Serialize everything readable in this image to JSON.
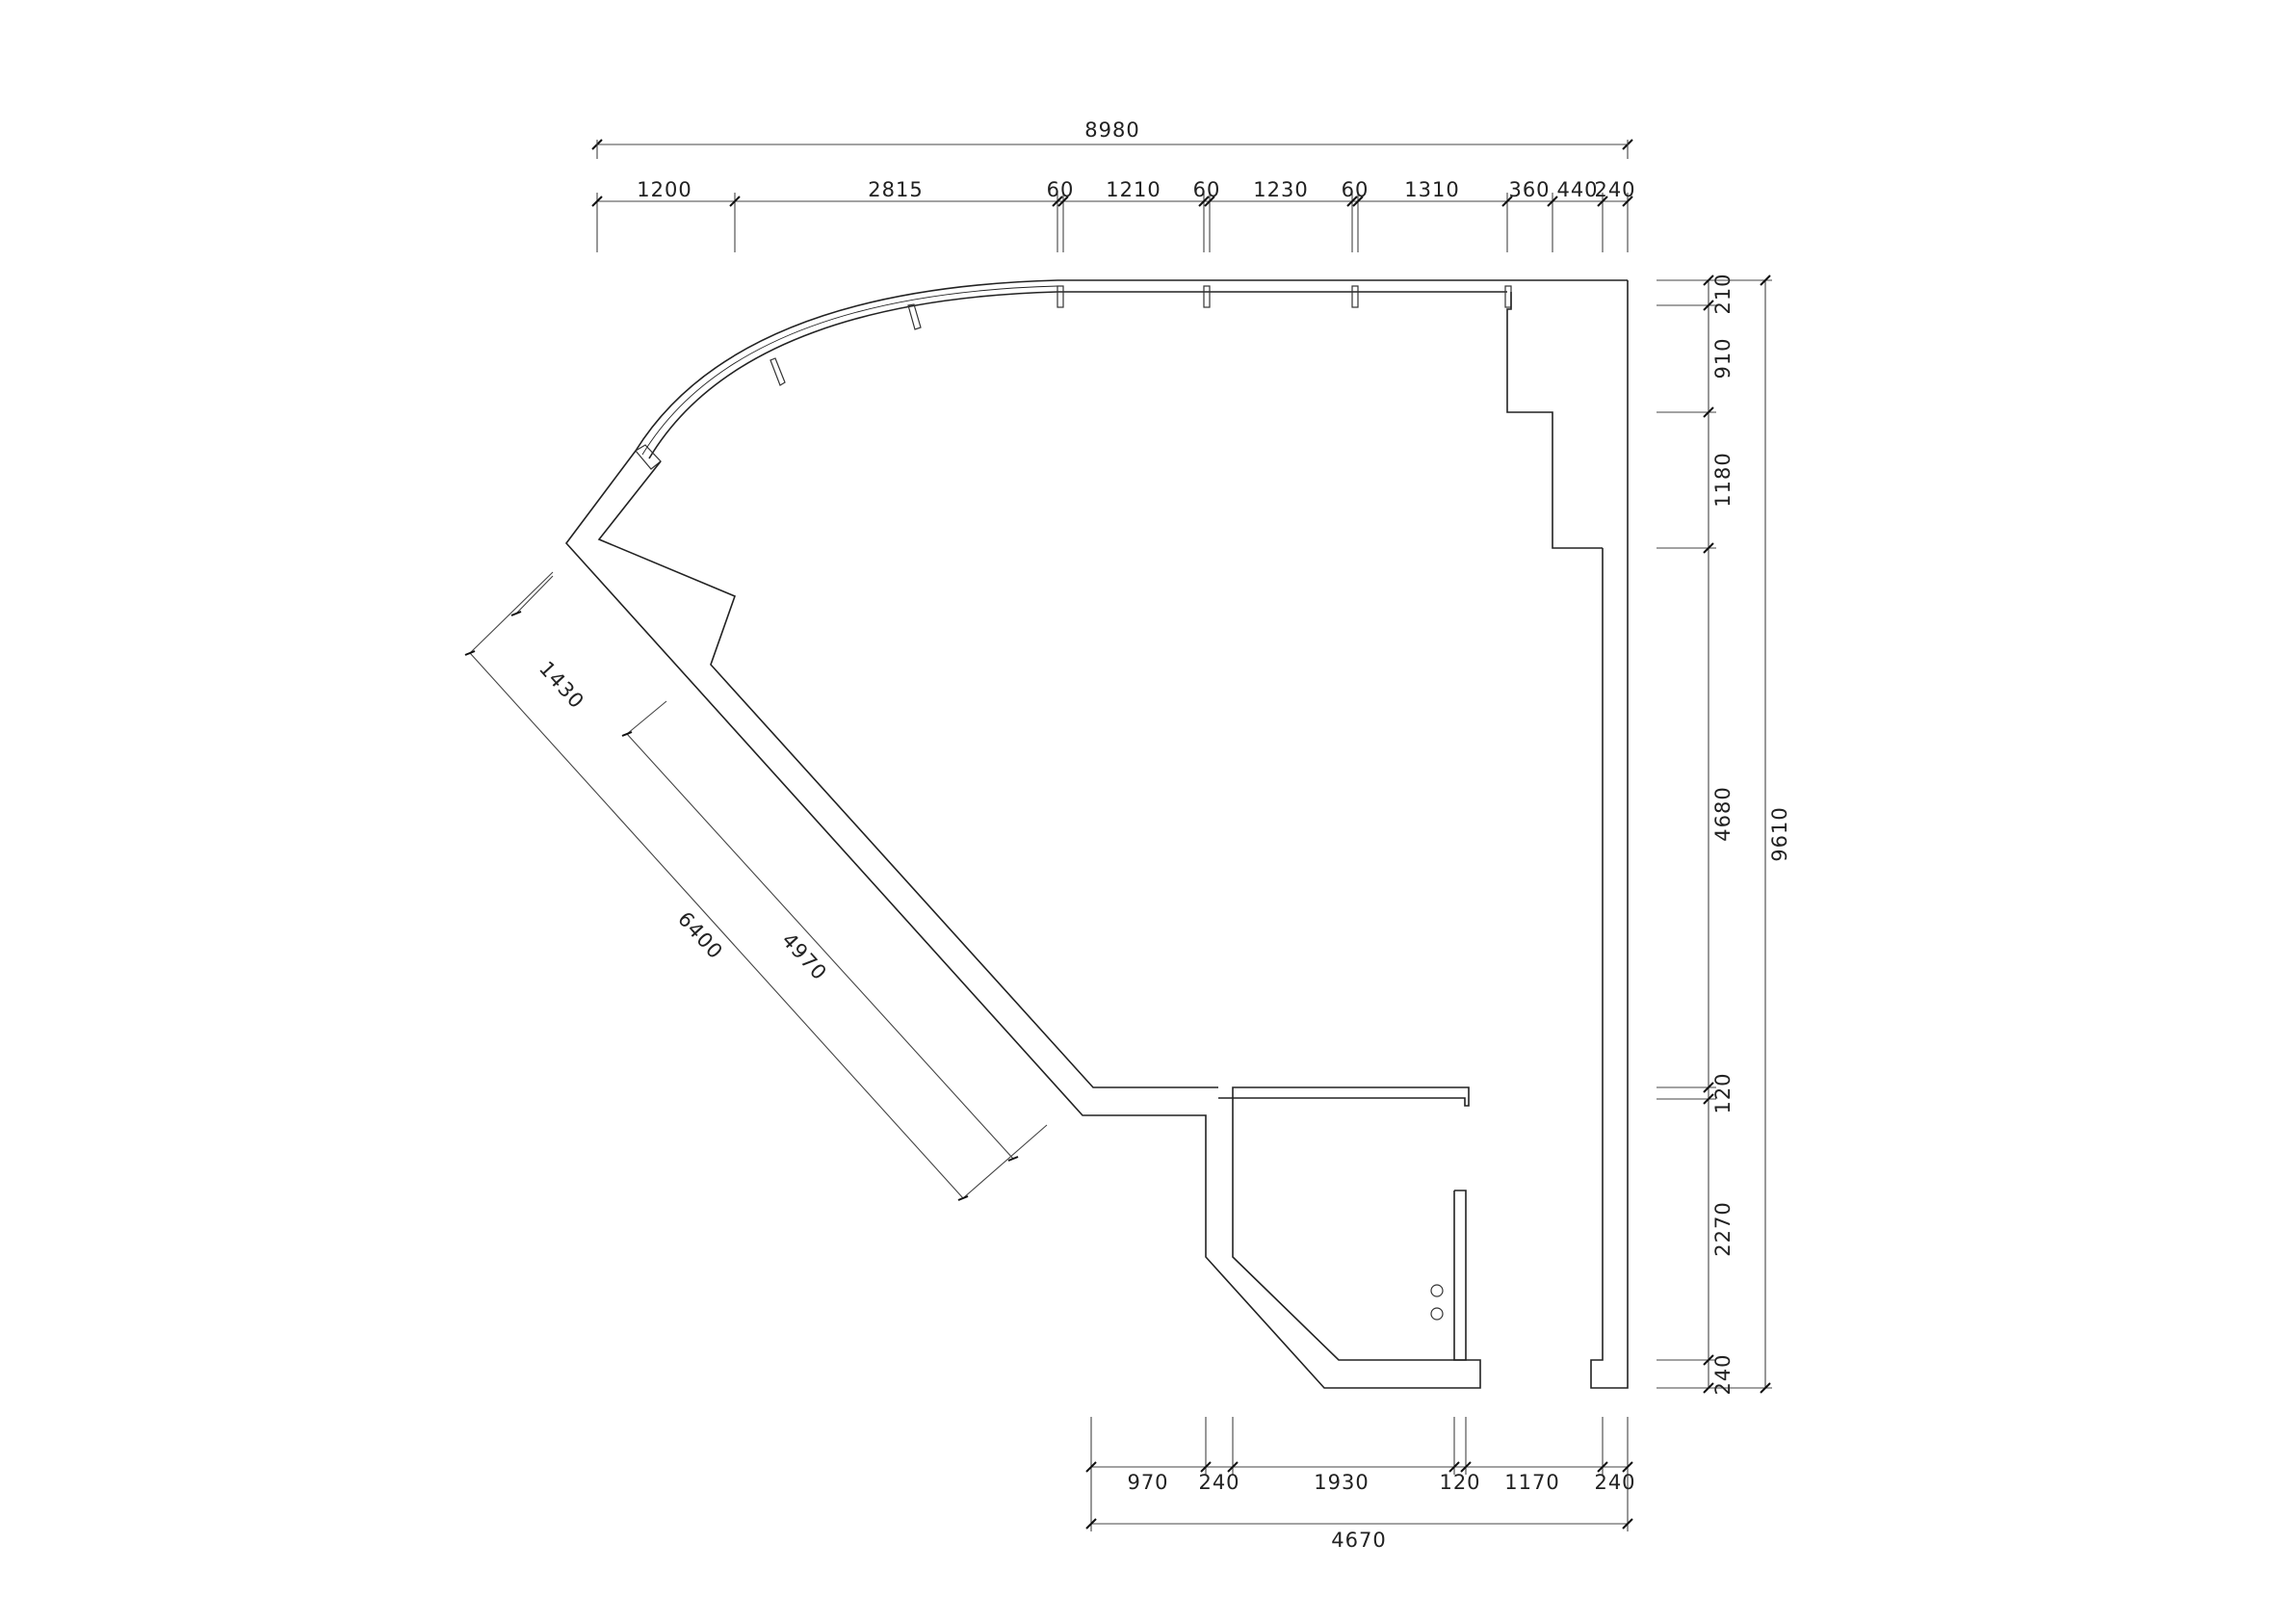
{
  "top_dimensions": {
    "overall": "8980",
    "segments": [
      "1200",
      "2815",
      "60",
      "1210",
      "60",
      "1230",
      "60",
      "1310",
      "360",
      "440",
      "240"
    ]
  },
  "right_dimensions": {
    "overall": "9610",
    "segments": [
      "210",
      "910",
      "1180",
      "4680",
      "120",
      "2270",
      "240"
    ]
  },
  "bottom_dimensions": {
    "overall": "4670",
    "segments": [
      "970",
      "240",
      "1930",
      "120",
      "1170",
      "240"
    ]
  },
  "diagonal_dimensions": {
    "outer": [
      "1430",
      "6400"
    ],
    "inner": "4970"
  }
}
